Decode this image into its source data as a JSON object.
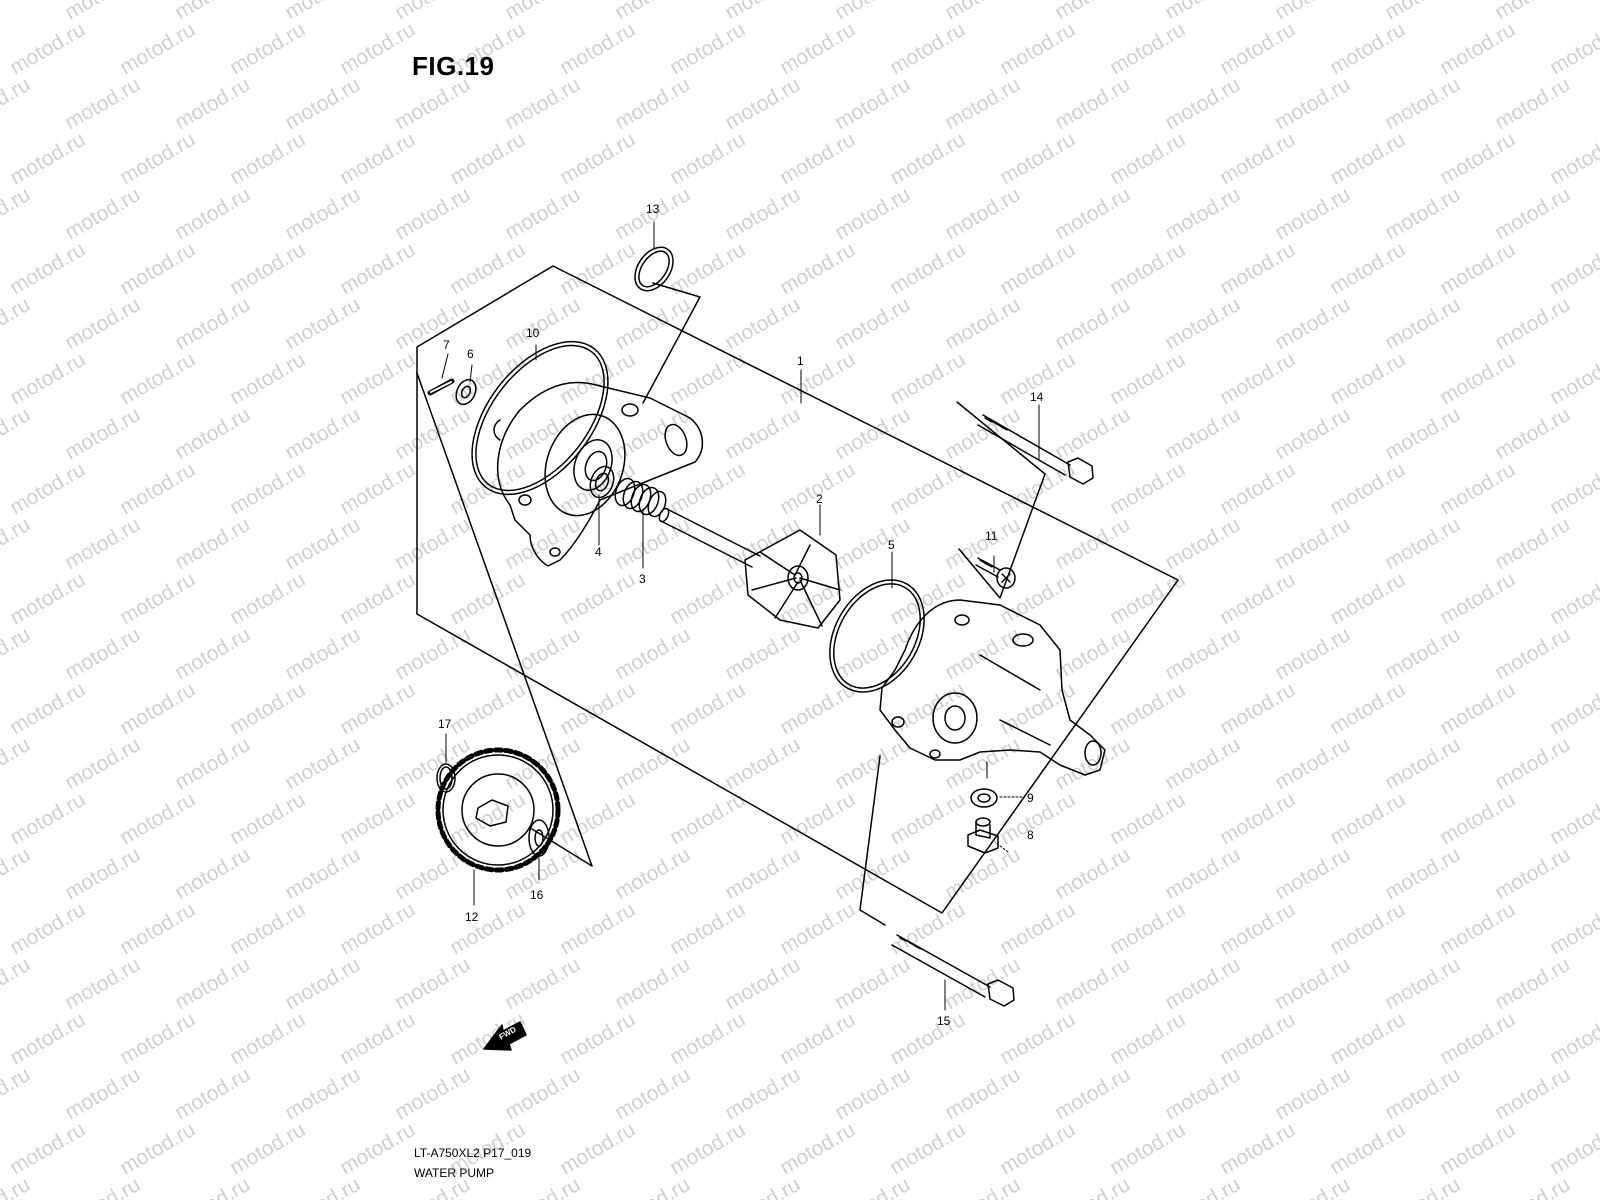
{
  "figure_title": "FIG.19",
  "diagram_code": "LT-A750XL2 P17_019",
  "diagram_name": "WATER PUMP",
  "watermark_text": "motod.ru",
  "fwd_label": "FWD",
  "callouts": [
    "1",
    "2",
    "3",
    "4",
    "5",
    "6",
    "7",
    "8",
    "9",
    "10",
    "11",
    "12",
    "13",
    "14",
    "15",
    "16",
    "17"
  ],
  "colors": {
    "line": "#000000",
    "watermark": "#d0d0d0",
    "background": "#ffffff"
  }
}
